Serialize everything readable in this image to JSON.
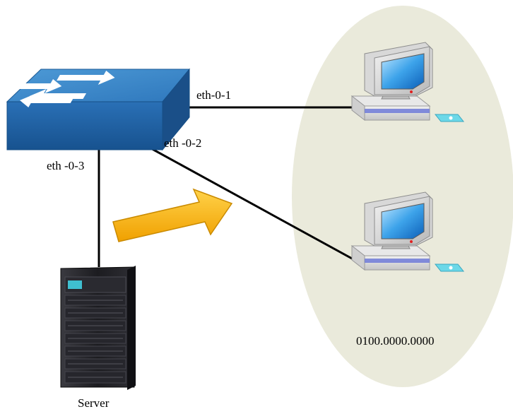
{
  "diagram": {
    "ports": {
      "port1": "eth-0-1",
      "port2": "eth -0-2",
      "port3": "eth -0-3"
    },
    "server_label": "Server",
    "mac_address": "0100.0000.0000",
    "icons": {
      "switch": "network-switch-icon",
      "server": "server-tower-icon",
      "pc": "desktop-computer-icon",
      "arrow": "traffic-direction-arrow-icon"
    },
    "colors": {
      "switch_top": "#3b86c7",
      "switch_side": "#1f5fa3",
      "group_ellipse": "#eaeadb",
      "arrow_fill": "#f5b40f",
      "arrow_stroke": "#c98a00",
      "server_body": "#1e1e22",
      "link_line": "#000000"
    }
  }
}
